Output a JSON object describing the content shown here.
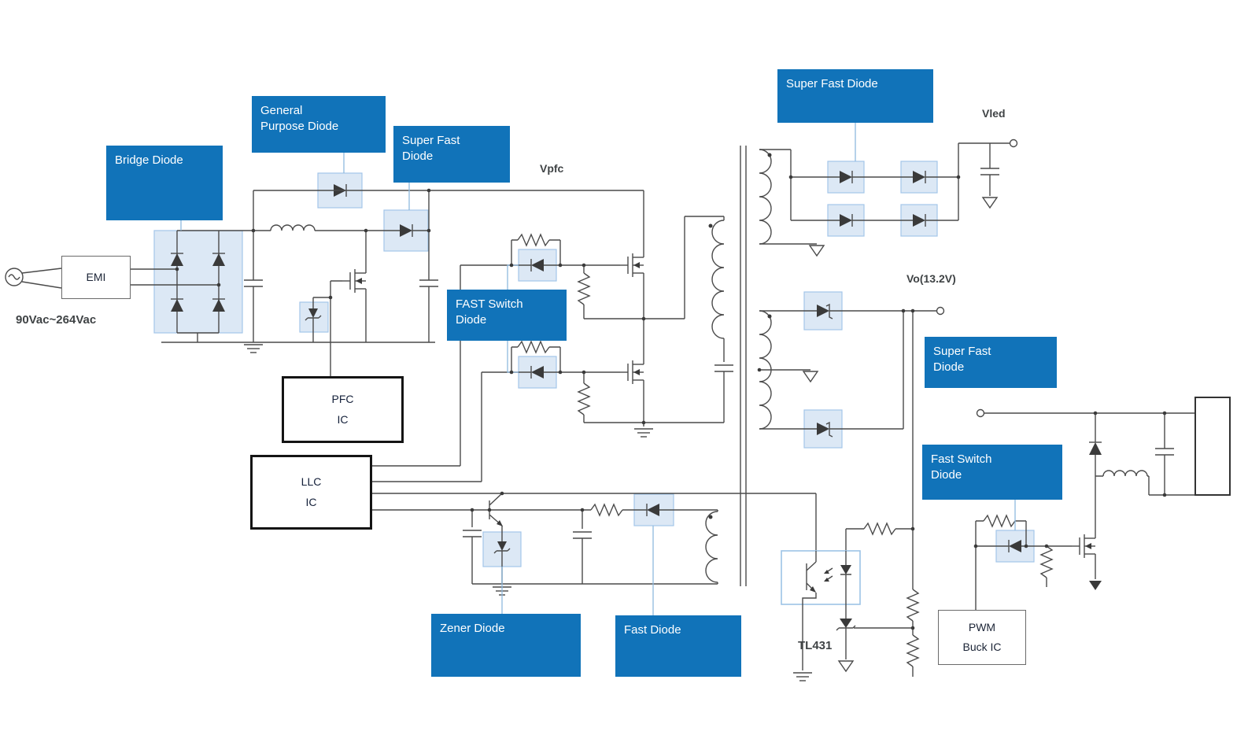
{
  "diagram": {
    "callouts": {
      "bridge_diode": "Bridge Diode",
      "general_purpose_diode": "General\nPurpose Diode",
      "super_fast_diode_pfc": "Super Fast\nDiode",
      "fast_switch_diode_llc": "FAST Switch\nDiode",
      "super_fast_diode_led": "Super Fast Diode",
      "super_fast_diode_out": "Super Fast\nDiode",
      "fast_switch_diode_buck": "Fast Switch\nDiode",
      "zener_diode": "Zener Diode",
      "fast_diode": "Fast Diode"
    },
    "blocks": {
      "emi": "EMI",
      "pfc_ic": "PFC\nIC",
      "llc_ic": "LLC\nIC",
      "pwm_buck_ic": "PWM\nBuck IC"
    },
    "net_labels": {
      "ac_input": "90Vac~264Vac",
      "vpfc": "Vpfc",
      "vled": "Vled",
      "vo": "Vo(13.2V)",
      "tl431": "TL431"
    },
    "colors": {
      "callout_bg": "#1173b9",
      "callout_text": "#ffffff",
      "highlight_fill": "#dce8f5",
      "highlight_stroke": "#a3c6e8",
      "wire": "#4a4a4a"
    }
  }
}
